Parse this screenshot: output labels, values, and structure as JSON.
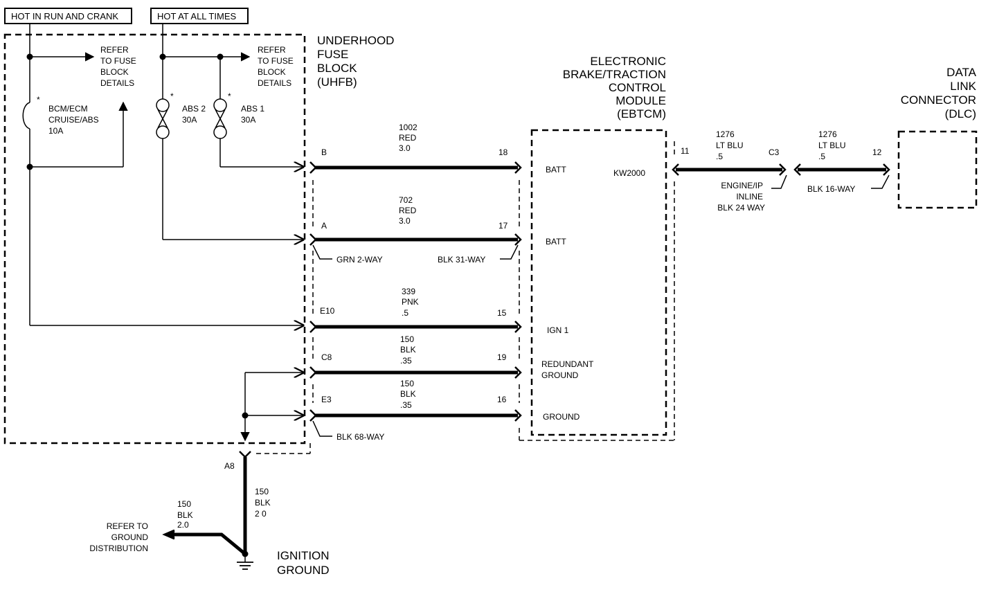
{
  "headers": {
    "hot_run_crank": "HOT IN RUN AND CRANK",
    "hot_all_times": "HOT AT ALL TIMES"
  },
  "uhfb": {
    "title": [
      "UNDERHOOD",
      "FUSE",
      "BLOCK",
      "(UHFB)"
    ],
    "refer_left": [
      "REFER",
      "TO FUSE",
      "BLOCK",
      "DETAILS"
    ],
    "refer_right": [
      "REFER",
      "TO FUSE",
      "BLOCK",
      "DETAILS"
    ],
    "fuse_bcm": [
      "BCM/ECM",
      "CRUISE/ABS",
      "10A"
    ],
    "fuse_abs2": [
      "ABS 2",
      "30A"
    ],
    "fuse_abs1": [
      "ABS 1",
      "30A"
    ],
    "asterisk": "*"
  },
  "ebtcm": {
    "title": [
      "ELECTRONIC",
      "BRAKE/TRACTION",
      "CONTROL",
      "MODULE",
      "(EBTCM)"
    ],
    "batt_top": "BATT",
    "batt_2": "BATT",
    "protocol": "KW2000",
    "ign": "IGN 1",
    "redundant": [
      "REDUNDANT",
      "GROUND"
    ],
    "ground": "GROUND"
  },
  "dlc": {
    "title": [
      "DATA",
      "LINK",
      "CONNECTOR",
      "(DLC)"
    ]
  },
  "wires": [
    {
      "left_pin": "B",
      "circuit": "1002",
      "color": "RED",
      "gauge": "3.0",
      "right_pin": "18"
    },
    {
      "left_pin": "A",
      "circuit": "702",
      "color": "RED",
      "gauge": "3.0",
      "right_pin": "17"
    },
    {
      "left_pin": "E10",
      "circuit": "339",
      "color": "PNK",
      "gauge": ".5",
      "right_pin": "15"
    },
    {
      "left_pin": "C8",
      "circuit": "150",
      "color": "BLK",
      "gauge": ".35",
      "right_pin": "19"
    },
    {
      "left_pin": "E3",
      "circuit": "150",
      "color": "BLK",
      "gauge": ".35",
      "right_pin": "16"
    }
  ],
  "connectors": {
    "grn2": "GRN 2-WAY",
    "blk31": "BLK 31-WAY",
    "blk68": "BLK 68-WAY",
    "engine_ip": [
      "ENGINE/IP",
      "INLINE",
      "BLK 24 WAY"
    ],
    "blk16": "BLK 16-WAY"
  },
  "data_link": {
    "seg1": {
      "left_pin": "11",
      "circuit": "1276",
      "color": "LT BLU",
      "gauge": ".5",
      "right_pin": "C3"
    },
    "seg2": {
      "circuit": "1276",
      "color": "LT BLU",
      "gauge": ".5",
      "right_pin": "12"
    }
  },
  "ground": {
    "pin": "A8",
    "vertical": {
      "circuit": "150",
      "color": "BLK",
      "gauge": "2 0"
    },
    "branch": {
      "circuit": "150",
      "color": "BLK",
      "gauge": "2.0"
    },
    "refer": [
      "REFER TO",
      "GROUND",
      "DISTRIBUTION"
    ],
    "label": [
      "IGNITION",
      "GROUND"
    ]
  }
}
